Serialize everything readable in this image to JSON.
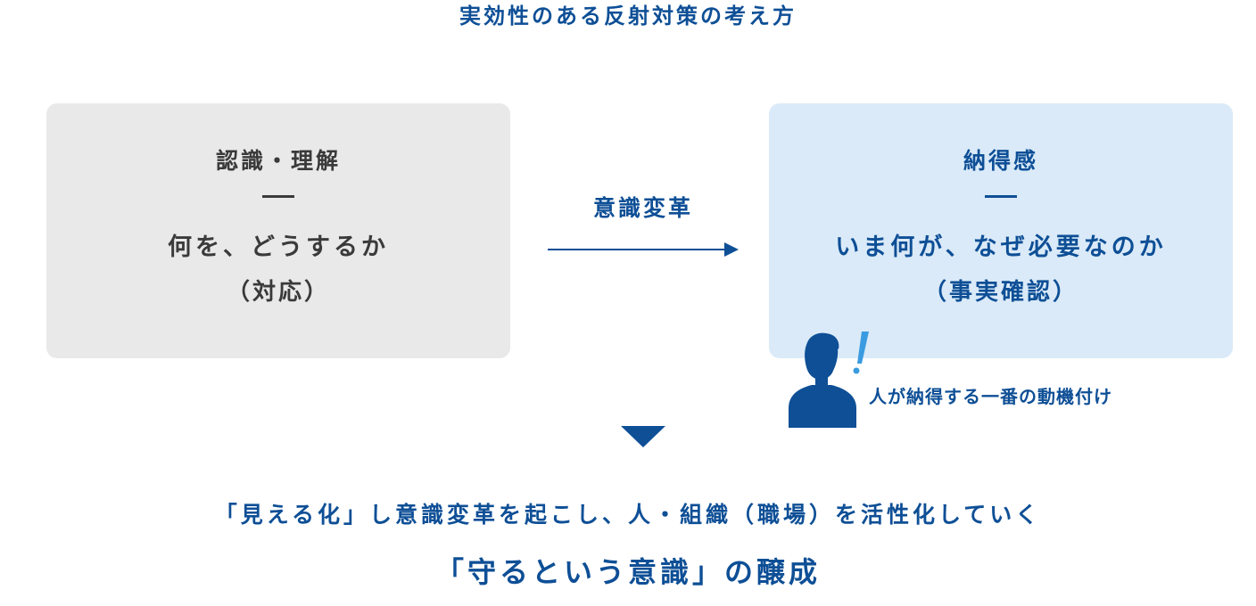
{
  "title": "実効性のある反射対策の考え方",
  "left_box": {
    "heading": "認識・理解",
    "line1": "何を、どうするか",
    "line2": "（対応）"
  },
  "arrow_label": "意識変革",
  "right_box": {
    "heading": "納得感",
    "line1": "いま何が、なぜ必要なのか",
    "line2": "（事実確認）"
  },
  "motivation_note": "人が納得する一番の動機付け",
  "conclusion": {
    "line1": "「見える化」し意識変革を起こし、人・組織（職場）を活性化していく",
    "line2": "「守るという意識」の醸成"
  },
  "colors": {
    "brand_blue": "#0e4f96",
    "accent_blue": "#3a9be0",
    "left_box_bg": "#e9e9e9",
    "right_box_bg": "#daeaf8",
    "dark_text": "#3a3a3a"
  },
  "icons": {
    "person": "person-exclamation-icon",
    "arrow": "arrow-right-icon",
    "triangle": "triangle-down-icon"
  }
}
